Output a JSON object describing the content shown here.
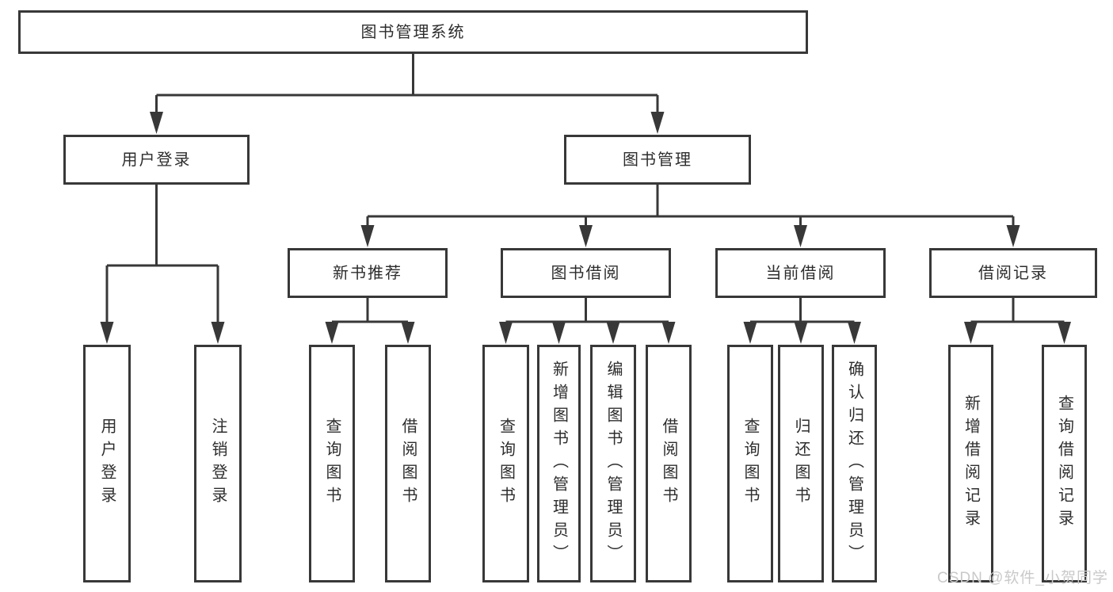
{
  "diagram": {
    "watermark": "CSDN @软件_小贺同学",
    "colors": {
      "line": "#383838",
      "text": "#2d2d2d",
      "box_background": "#ffffff",
      "watermark": "#c9c9c9"
    },
    "tree": {
      "label": "图书管理系统",
      "children": [
        {
          "label": "用户登录",
          "children": [
            {
              "label": "用户登录"
            },
            {
              "label": "注销登录"
            }
          ]
        },
        {
          "label": "图书管理",
          "children": [
            {
              "label": "新书推荐",
              "children": [
                {
                  "label": "查询图书"
                },
                {
                  "label": "借阅图书"
                }
              ]
            },
            {
              "label": "图书借阅",
              "children": [
                {
                  "label": "查询图书"
                },
                {
                  "label": "新增图书（管理员）"
                },
                {
                  "label": "编辑图书（管理员）"
                },
                {
                  "label": "借阅图书"
                }
              ]
            },
            {
              "label": "当前借阅",
              "children": [
                {
                  "label": "查询图书"
                },
                {
                  "label": "归还图书"
                },
                {
                  "label": "确认归还（管理员）"
                }
              ]
            },
            {
              "label": "借阅记录",
              "children": [
                {
                  "label": "新增借阅记录"
                },
                {
                  "label": "查询借阅记录"
                }
              ]
            }
          ]
        }
      ]
    }
  }
}
